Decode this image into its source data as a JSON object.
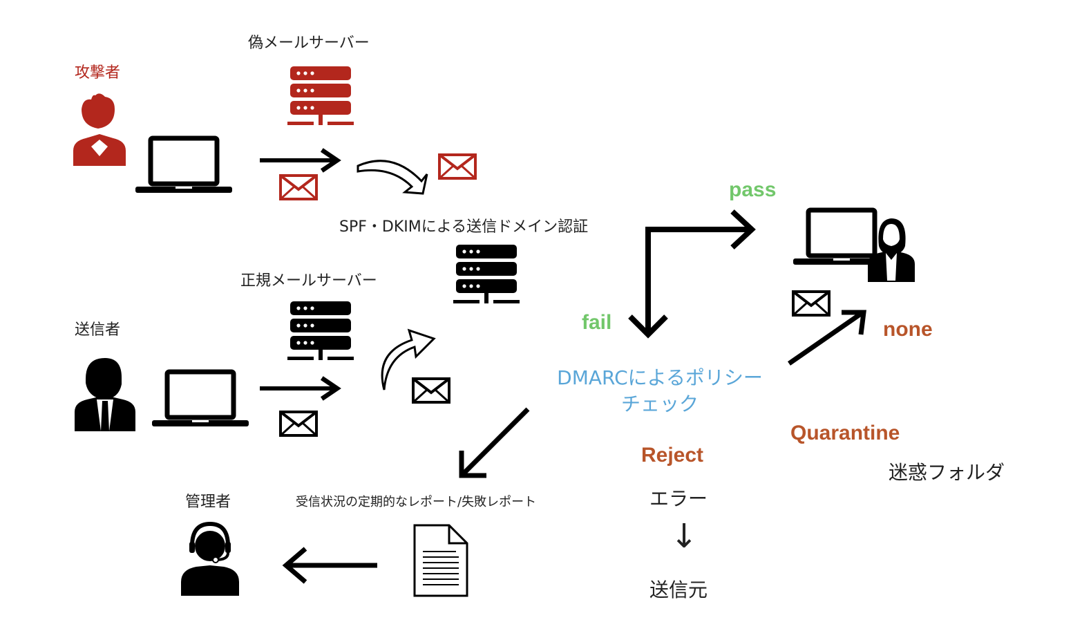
{
  "labels": {
    "attacker": "攻撃者",
    "fake_server": "偽メールサーバー",
    "auth_server": "SPF・DKIMによる送信ドメイン認証",
    "legit_server": "正規メールサーバー",
    "sender": "送信者",
    "admin": "管理者",
    "report": "受信状況の定期的なレポート/失敗レポート",
    "dmarc_line1": "DMARCによるポリシー",
    "dmarc_line2": "チェック",
    "pass": "pass",
    "fail": "fail",
    "none": "none",
    "quarantine": "Quarantine",
    "spam_folder": "迷惑フォルダ",
    "reject": "Reject",
    "error": "エラー",
    "down_arrow": "↓",
    "origin": "送信元"
  },
  "colors": {
    "attacker_red": "#b3271d",
    "pass_green": "#72c76b",
    "policy_orange": "#b8552a",
    "dmarc_blue": "#5aa6d8",
    "black": "#000000"
  },
  "icons": [
    "attacker-person-icon",
    "attacker-laptop-icon",
    "fake-server-icon",
    "fake-mail-icon",
    "sender-person-icon",
    "sender-laptop-icon",
    "legit-server-icon",
    "auth-server-icon",
    "recipient-laptop-icon",
    "recipient-person-icon",
    "admin-headset-icon",
    "report-document-icon"
  ]
}
